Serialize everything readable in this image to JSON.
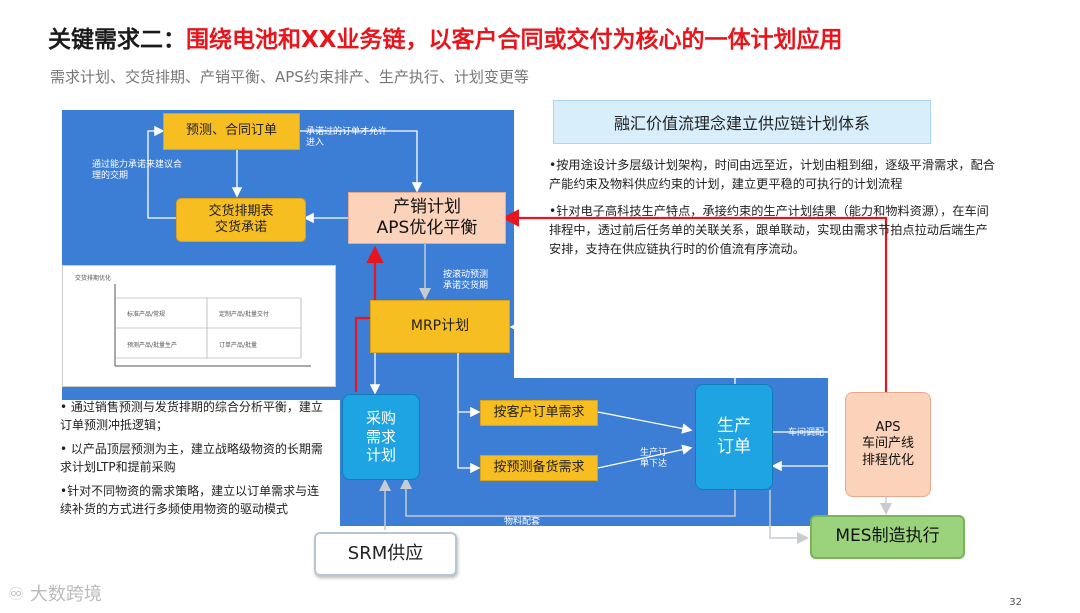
{
  "header": {
    "title_prefix": "关键需求二：",
    "title_emphasis": "围绕电池和XX业务链，以客户合同或交付为核心的一体计划应用",
    "subtitle": "需求计划、交货排期、产销平衡、APS约束排产、生产执行、计划变更等"
  },
  "diagram": {
    "nodes": {
      "forecast_order": "预测、合同订单",
      "delivery_schedule_l1": "交货排期表",
      "delivery_schedule_l2": "交货承诺",
      "sop_l1": "产销计划",
      "sop_l2": "APS优化平衡",
      "mrp": "MRP计划",
      "purchase_l1": "采购",
      "purchase_l2": "需求",
      "purchase_l3": "计划",
      "customer_order_demand": "按客户订单需求",
      "forecast_stock_demand": "按预测备货需求",
      "production_order_l1": "生产",
      "production_order_l2": "订单",
      "aps_l1": "APS",
      "aps_l2": "车间产线",
      "aps_l3": "排程优化",
      "srm": "SRM供应",
      "mes": "MES制造执行"
    },
    "edge_labels": {
      "committed_orders_l1": "承诺过的订单才允许",
      "committed_orders_l2": "进入",
      "capacity_commit_l1": "通过能力承诺来建议合",
      "capacity_commit_l2": "理的交期",
      "rolling_forecast_l1": "按滚动预测",
      "rolling_forecast_l2": "承诺交货期",
      "production_issue_l1": "生产订",
      "production_issue_l2": "单下达",
      "workshop_dispatch": "车间调配",
      "material_distribution": "物料配套"
    }
  },
  "grid_chart": {
    "title": "交货排期优化",
    "cells": [
      "标准产品/常规",
      "定制产品/批量交付",
      "预测产品/批量生产",
      "订单产品/批量"
    ]
  },
  "left_bullets": [
    "• 通过销售预测与发货排期的综合分析平衡，建立订单预测冲抵逻辑；",
    "• 以产品顶层预测为主，建立战略级物资的长期需求计划LTP和提前采购",
    "•针对不同物资的需求策略，建立以订单需求与连续补货的方式进行多频使用物资的驱动模式"
  ],
  "right_panel": {
    "heading": "融汇价值流理念建立供应链计划体系",
    "bullets": [
      "•按用途设计多层级计划架构，时间由远至近，计划由粗到细，逐级平滑需求，配合产能约束及物料供应约束的计划，建立更平稳的可执行的计划流程",
      "•针对电子高科技生产特点，承接约束的生产计划结果（能力和物料资源），在车间排程中，透过前后任务单的关联关系，跟单联动，实现由需求节拍点拉动后端生产安排，支持在供应链执行时的价值流有序流动。"
    ]
  },
  "footer": {
    "logo_text": "大数跨境",
    "page_number": "32"
  },
  "colors": {
    "title_red": "#e8161c",
    "panel_blue": "#3c7ed6",
    "orange": "#f7be22",
    "peach": "#fbd2ba",
    "cyan": "#1ea4e2",
    "mes_green": "#9bd37c",
    "arrow_red": "#e8161c"
  }
}
